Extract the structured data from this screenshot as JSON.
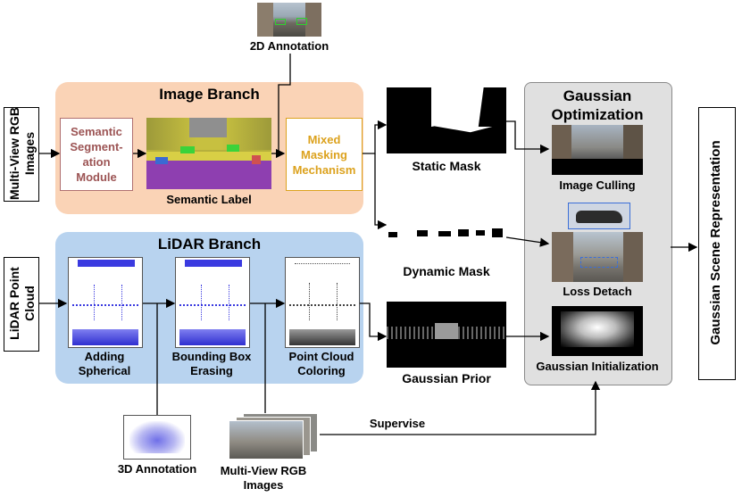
{
  "inputs": {
    "rgb": "Multi-View RGB Images",
    "lidar": "LiDAR Point Cloud"
  },
  "image_branch": {
    "title": "Image Branch",
    "segmentation_module": "Semantic Segment-ation Module",
    "semantic_label": "Semantic Label",
    "mixed_masking": "Mixed Masking Mechanism"
  },
  "lidar_branch": {
    "title": "LiDAR Branch",
    "step1": "Adding Spherical",
    "step2": "Bounding Box Erasing",
    "step3": "Point Cloud Coloring"
  },
  "annotations": {
    "ann2d": "2D Annotation",
    "ann3d": "3D Annotation",
    "rgb_bottom": "Multi-View RGB Images",
    "supervise": "Supervise"
  },
  "masks": {
    "static": "Static Mask",
    "dynamic": "Dynamic Mask",
    "prior": "Gaussian Prior"
  },
  "optimization": {
    "title": "Gaussian Optimization",
    "culling": "Image Culling",
    "detach": "Loss Detach",
    "init": "Gaussian Initialization"
  },
  "output": "Gaussian Scene Representation",
  "colors": {
    "image_branch_bg": "#fad3b6",
    "lidar_branch_bg": "#b8d3ef",
    "optimization_bg": "#e0e0e0",
    "segmentation_text": "#9c5454",
    "mixed_masking_text": "#dca21e"
  }
}
